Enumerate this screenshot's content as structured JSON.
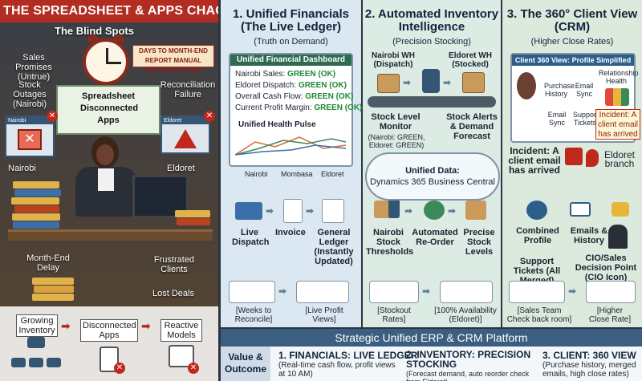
{
  "chaos": {
    "title": "THE SPREADSHEET & APPS CHAOS",
    "subtitle": "The Blind Spots",
    "days_box": "DAYS TO MONTH-END REPORT MANUAL RECONCILIATION",
    "sales_promises": "Sales Promises (Untrue)",
    "stock_outages": "Stock Outages (Nairobi)",
    "reconciliation_failure": "Reconciliation Failure",
    "spreadsheet": "Spreadsheet",
    "disconnected_apps": "Disconnected Apps",
    "nairobi_win": "Nairobi",
    "eldoret_win": "Eldoret",
    "nairobi_label": "Nairobi",
    "eldoret_label": "Eldoret",
    "month_end_delay": "Month-End Delay",
    "frustrated_clients": "Frustrated Clients",
    "lost_deals": "Lost Deals",
    "flow": [
      "Growing Inventory",
      "Disconnected Apps",
      "Reactive Models"
    ]
  },
  "col1": {
    "title": "1. Unified Financials (The Live Ledger)",
    "subtitle": "(Truth on Demand)",
    "dashboard_title": "Unified Financial Dashboard",
    "rows": [
      {
        "label": "Nairobi Sales:",
        "status": "GREEN (OK)"
      },
      {
        "label": "Eldoret Dispatch:",
        "status": "GREEN (OK)"
      },
      {
        "label": "Overall Cash Flow:",
        "status": "GREEN (OK)"
      },
      {
        "label": "Current Profit Margin:",
        "status": "GREEN (OK)"
      }
    ],
    "pulse_title": "Unified Health Pulse",
    "pulse_labels": [
      "Nairobi",
      "Mombasa",
      "Eldoret"
    ],
    "flow": [
      "Live Dispatch",
      "Invoice",
      "General Ledger (Instantly Updated)"
    ],
    "compare": [
      "[Weeks to Reconcile]",
      "[Live Profit Views]"
    ]
  },
  "col2": {
    "title": "2. Automated Inventory Intelligence",
    "subtitle": "(Precision Stocking)",
    "wh1": "Nairobi WH (Dispatch)",
    "wh2": "Eldoret WH (Stocked)",
    "monitor": "Stock Level Monitor",
    "monitor_sub": "(Nairobi: GREEN, Eldoret: GREEN)",
    "alerts": "Stock Alerts & Demand Forecast",
    "flow": [
      "Nairobi Stock Thresholds",
      "Automated Re-Order",
      "Precise Stock Levels"
    ],
    "compare": [
      "[Stockout Rates]",
      "[100% Availability (Eldoret)]"
    ]
  },
  "col3": {
    "title": "3. The 360° Client View (CRM)",
    "subtitle": "(Higher Close Rates)",
    "card_title": "Client 360 View: Profile Simplified",
    "card_items": [
      "Purchase History",
      "Email Sync",
      "Email Sync",
      "Support Tickets"
    ],
    "health": "Relationship Health",
    "incident_box": "Incident: A client email has arrived",
    "incident_big": "Incident: A client email has arrived",
    "eldoret_branch": "Eldoret branch",
    "combined": "Combined Profile",
    "emails": "Emails & History",
    "support": "Support Tickets (All Merged)",
    "cio": "CIO/Sales Decision Point (CIO Icon)",
    "compare": [
      "[Sales Team Check back room]",
      "[Higher Close Rate]"
    ]
  },
  "cloud": {
    "line1": "Unified Data:",
    "line2": "Dynamics 365 Business Central"
  },
  "banner": "Strategic Unified ERP & CRM Platform",
  "outcome": {
    "label": "Value & Outcome",
    "items": [
      {
        "head": "1. FINANCIALS: LIVE LEDGER",
        "body": "(Real-time cash flow, profit views at 10 AM)"
      },
      {
        "head": "2. INVENTORY: PRECISION STOCKING",
        "body": "(Forecast demand, auto reorder check from Eldoret)"
      },
      {
        "head": "3. CLIENT: 360 VIEW",
        "body": "(Purchase history, merged emails, high close rates)"
      }
    ]
  },
  "colors": {
    "alarm_red": "#b22c22",
    "ok_green": "#1d8a33",
    "banner_blue": "#3a5f80"
  }
}
